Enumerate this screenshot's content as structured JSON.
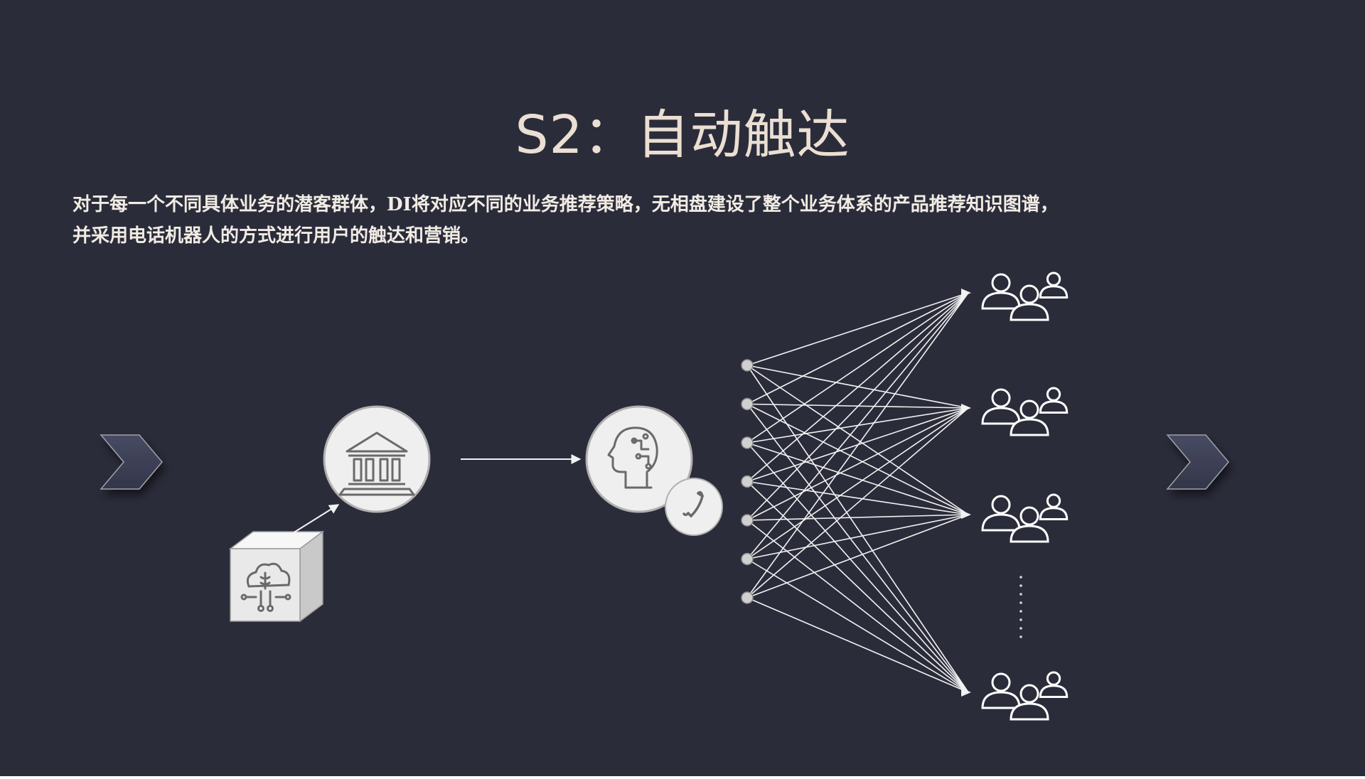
{
  "slide": {
    "title": "S2：自动触达",
    "paragraph_lines": [
      "对于每一个不同具体业务的潜客群体，DI将对应不同的业务推荐策略，无相盘建设了整个业务体系的产品推荐知识图谱，",
      "并采用电话机器人的方式进行用户的触达和营销。"
    ]
  },
  "colors": {
    "background": "#2b2c3a",
    "title_text": "#eadfd2",
    "body_text": "#f1ece4",
    "line": "#f2f2f2",
    "circle_fill": "#efefef",
    "circle_stroke": "#b0b0b0",
    "icon_stroke": "#6a6a6a",
    "chevron_fill": "#3d4156"
  },
  "icons": {
    "nav_left": "chevron-right-icon",
    "nav_right": "chevron-right-icon",
    "data_cube": "cloud-brain-icon",
    "institution": "bank-icon",
    "ai_robot": "ai-head-icon",
    "phone": "phone-icon",
    "customer_group": "users-group-icon"
  },
  "network": {
    "source_node_count": 7,
    "target_group_count": 4,
    "has_ellipsis": true
  }
}
